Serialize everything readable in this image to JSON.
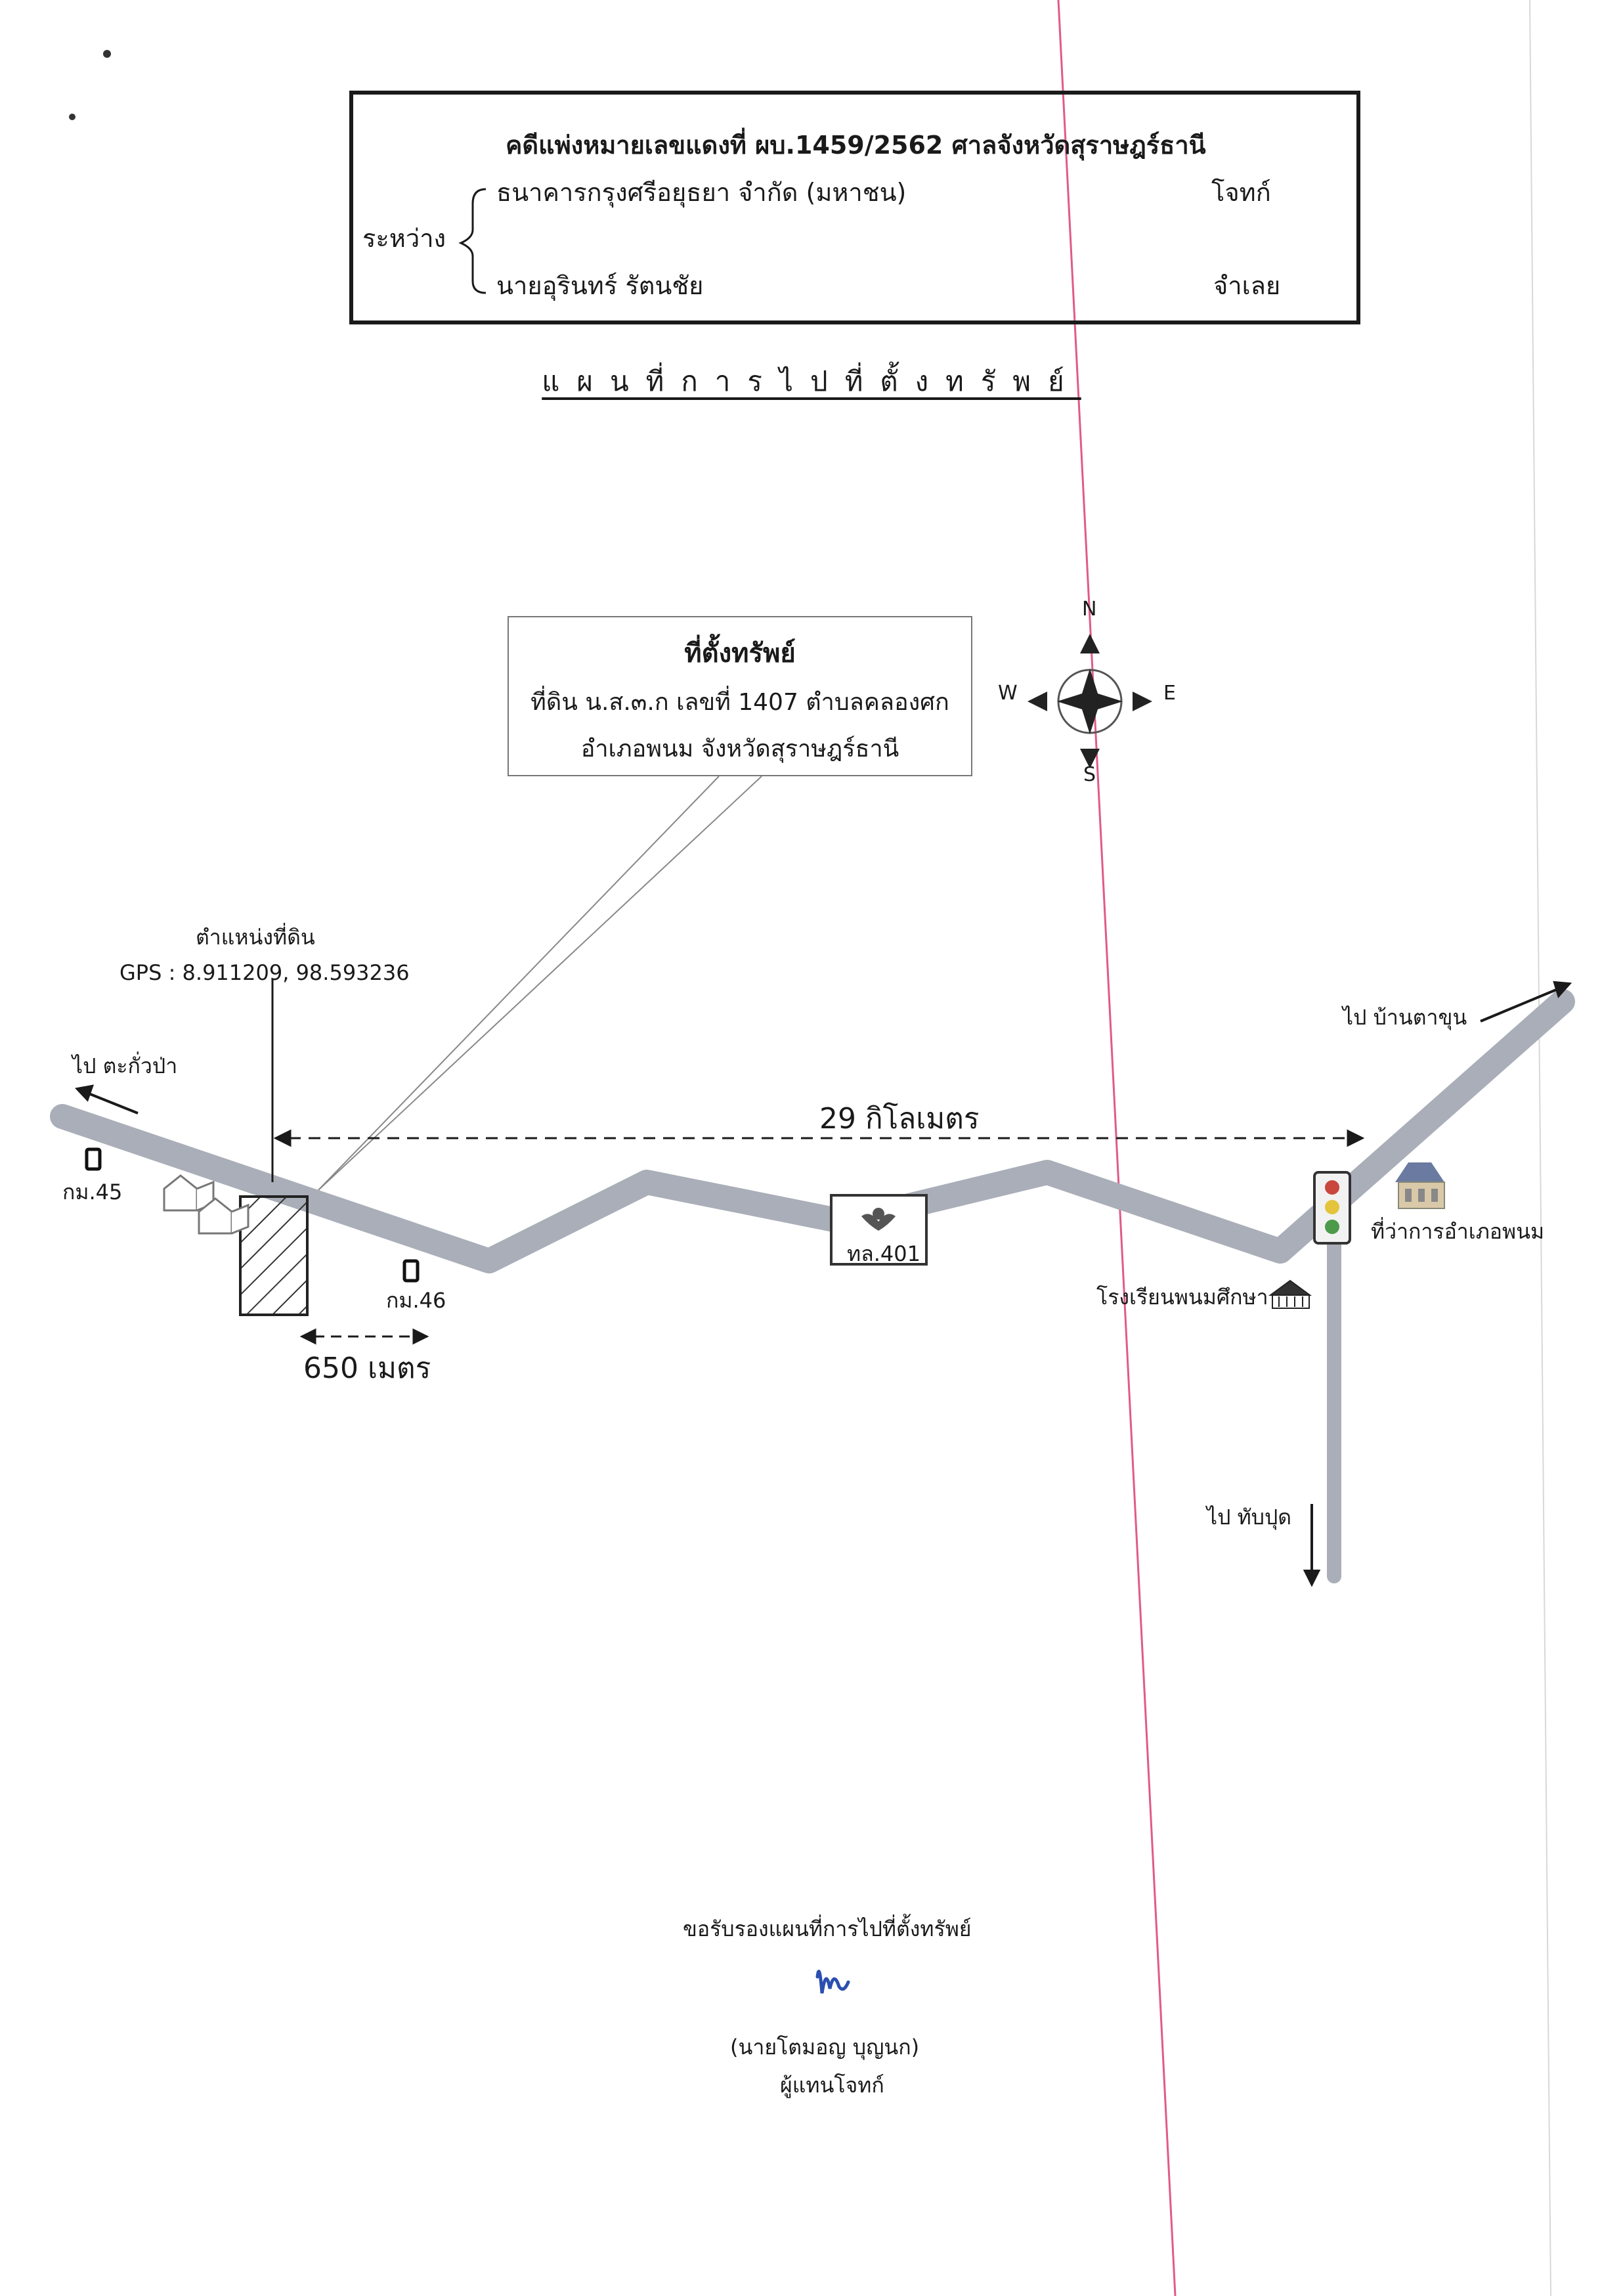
{
  "case_header": {
    "case_line": "คดีแพ่งหมายเลขแดงที่  ผบ.1459/2562   ศาลจังหวัดสุราษฎร์ธานี",
    "between_label": "ระหว่าง",
    "plaintiff_name": "ธนาคารกรุงศรีอยุธยา จำกัด (มหาชน)",
    "plaintiff_role": "โจทก์",
    "defendant_name": "นายอุรินทร์  รัตนชัย",
    "defendant_role": "จำเลย"
  },
  "map_title": "แผนที่การไปที่ตั้งทรัพย์",
  "property_box": {
    "heading": "ที่ตั้งทรัพย์",
    "line1": "ที่ดิน น.ส.๓.ก เลขที่ 1407 ตำบลคลองศก",
    "line2": "อำเภอพนม  จังหวัดสุราษฎร์ธานี"
  },
  "compass": {
    "n": "N",
    "s": "S",
    "e": "E",
    "w": "W"
  },
  "land_position": {
    "label": "ตำแหน่งที่ดิน",
    "gps": "GPS : 8.911209, 98.593236"
  },
  "labels": {
    "to_takua_pa": "ไป  ตะกั่วป่า",
    "to_ban_ta_khun": "ไป  บ้านตาขุน",
    "to_thap_put": "ไป  ทับปุด",
    "km45": "กม.45",
    "km46": "กม.46",
    "highway": "ทล.401",
    "district_office": "ที่ว่าการอำเภอพนม",
    "school": "โรงเรียนพนมศึกษา",
    "distance_long": "29 กิโลเมตร",
    "distance_short": "650 เมตร"
  },
  "certification": {
    "line": "ขอรับรองแผนที่การไปที่ตั้งทรัพย์",
    "name": "(นายโตมอญ    บุญนก)",
    "role": "ผู้แทนโจทก์"
  },
  "colors": {
    "road": "#a9aeb8",
    "signature": "#2b4fb0",
    "margin_line": "#e05a8a",
    "ink": "#1a1a1a"
  }
}
